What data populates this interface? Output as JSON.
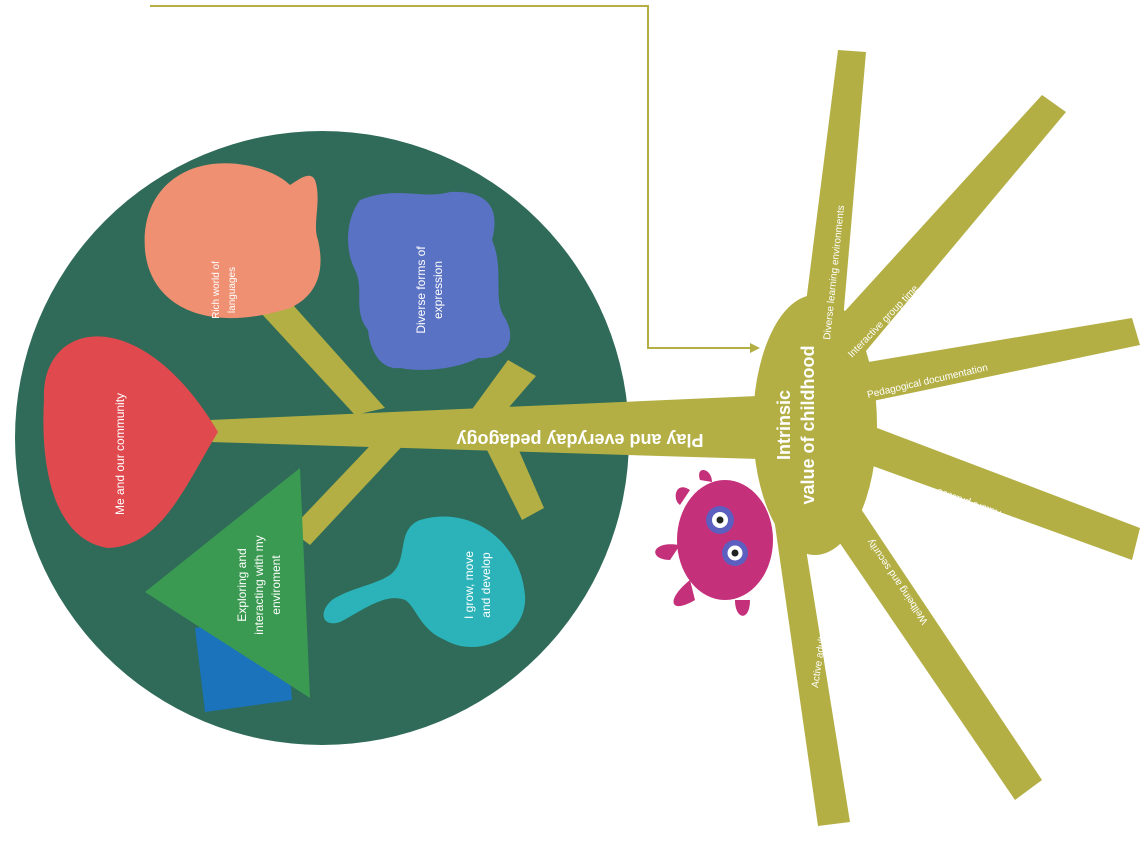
{
  "domains": {
    "me_community": "Me and our community",
    "rich_languages": {
      "line1": "Rich world of",
      "line2": "languages"
    },
    "diverse_expression": {
      "line1": "Diverse forms of",
      "line2": "expression"
    },
    "exploring": {
      "line1": "Exploring and",
      "line2": "interacting with my",
      "line3": "enviroment"
    },
    "grow": {
      "line1": "I grow, move",
      "line2": "and develop"
    }
  },
  "trunk_label": "Play and everyday pedagogy",
  "center": {
    "line1": "Intrinsic",
    "line2": "value of childhood"
  },
  "rays": {
    "learning_env": "Diverse learning environments",
    "group_time": "Interactive group time",
    "documentation": "Pedagogical documentation",
    "nature": "Nature practice",
    "wellbeing": "Wellbeing and security",
    "adults": "Active adults"
  },
  "colors": {
    "circle": "#2f6b58",
    "branch": "#b3af45",
    "heart": "#e04a4f",
    "bubble": "#ef9072",
    "cloud": "#5a72c4",
    "triangle": "#3b9a52",
    "square": "#1a73bb",
    "drop": "#2bb3b9",
    "monster": "#c4307a",
    "connector": "#b3af45"
  },
  "icons": {
    "heart": "heart-shape-icon",
    "bubble": "speech-bubble-icon",
    "cloud": "cloud-blob-icon",
    "triangle": "triangle-shape-icon",
    "square": "square-shape-icon",
    "drop": "drop-shape-icon",
    "monster": "monster-mascot-icon"
  }
}
